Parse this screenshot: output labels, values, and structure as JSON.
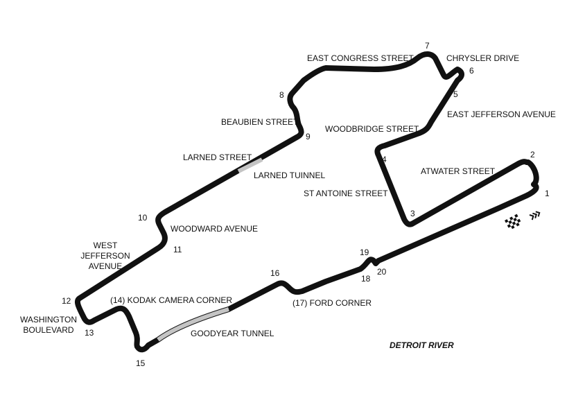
{
  "streets": {
    "east_congress": "EAST CONGRESS STREET",
    "chrysler_drive": "CHRYSLER DRIVE",
    "east_jefferson": "EAST JEFFERSON AVENUE",
    "woodbridge": "WOODBRIDGE STREET",
    "beaubien": "BEAUBIEN STREET",
    "larned_street": "LARNED STREET",
    "larned_tunnel": "LARNED TUINNEL",
    "atwater": "ATWATER STREET",
    "st_antoine": "ST ANTOINE STREET",
    "woodward": "WOODWARD AVENUE",
    "west_jefferson": [
      "WEST",
      "JEFFERSON",
      "AVENUE"
    ],
    "kodak_corner": "(14) KODAK CAMERA CORNER",
    "ford_corner": "(17) FORD CORNER",
    "washington": [
      "WASHINGTON",
      "BOULEVARD"
    ],
    "goodyear_tunnel": "GOODYEAR TUNNEL",
    "detroit_river": "DETROIT RIVER"
  },
  "turns": {
    "t1": "1",
    "t2": "2",
    "t3": "3",
    "t4": "4",
    "t5": "5",
    "t6": "6",
    "t7": "7",
    "t8": "8",
    "t9": "9",
    "t10": "10",
    "t11": "11",
    "t12": "12",
    "t13": "13",
    "t15": "15",
    "t16": "16",
    "t18": "18",
    "t19": "19",
    "t20": "20"
  },
  "colors": {
    "track": "#111111",
    "tunnel": "#c4c4c4",
    "background": "#ffffff"
  }
}
